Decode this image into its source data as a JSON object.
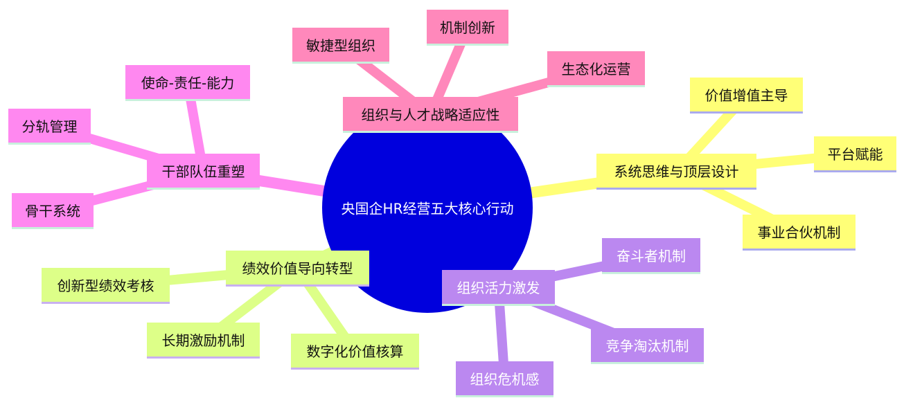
{
  "center": {
    "label": "央国企HR经营五大核心行动",
    "color": "#0000dd"
  },
  "branches": [
    {
      "key": "org",
      "label": "组织与人才战略适应性",
      "color": "#ff88bb",
      "underline": "#c8f0dc",
      "children": [
        "敏捷型组织",
        "机制创新",
        "生态化运营"
      ]
    },
    {
      "key": "sys",
      "label": "系统思维与顶层设计",
      "color": "#ffff77",
      "underline": "#aaaaee",
      "children": [
        "价值增值主导",
        "平台赋能",
        "事业合伙机制"
      ]
    },
    {
      "key": "vit",
      "label": "组织活力激发",
      "color": "#bb88f0",
      "underline": "#c8f0dc",
      "text_color": "#ffffff",
      "children": [
        "奋斗者机制",
        "竞争淘汰机制",
        "组织危机感"
      ]
    },
    {
      "key": "perf",
      "label": "绩效价值导向转型",
      "color": "#ddff88",
      "underline": "#c8b0f0",
      "children": [
        "创新型绩效考核",
        "长期激励机制",
        "数字化价值核算"
      ]
    },
    {
      "key": "cadre",
      "label": "干部队伍重塑",
      "color": "#ff88f0",
      "underline": "#c8f0dc",
      "children": [
        "使命-责任-能力",
        "分轨管理",
        "骨干系统"
      ]
    }
  ]
}
